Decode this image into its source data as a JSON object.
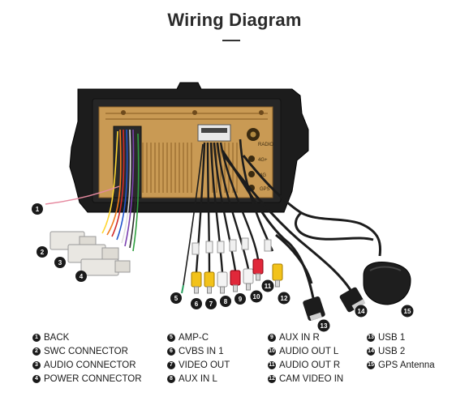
{
  "header": {
    "title": "Wiring Diagram"
  },
  "unit_labels": {
    "radio": "RADIO",
    "gps_plus": "4G+",
    "port_4g": "4G",
    "gps": "GPS"
  },
  "callouts": [
    "1",
    "2",
    "3",
    "4",
    "5",
    "6",
    "7",
    "8",
    "9",
    "10",
    "11",
    "12",
    "13",
    "14",
    "15"
  ],
  "legend": {
    "col1": [
      {
        "num": "1",
        "label": "BACK"
      },
      {
        "num": "2",
        "label": "SWC CONNECTOR"
      },
      {
        "num": "3",
        "label": "AUDIO CONNECTOR"
      },
      {
        "num": "4",
        "label": "POWER CONNECTOR"
      }
    ],
    "col2": [
      {
        "num": "5",
        "label": "AMP-C"
      },
      {
        "num": "6",
        "label": "CVBS IN 1"
      },
      {
        "num": "7",
        "label": "VIDEO OUT"
      },
      {
        "num": "8",
        "label": "AUX IN L"
      }
    ],
    "col3": [
      {
        "num": "9",
        "label": "AUX IN R"
      },
      {
        "num": "10",
        "label": "AUDIO OUT L"
      },
      {
        "num": "11",
        "label": "AUDIO OUT R"
      },
      {
        "num": "12",
        "label": "CAM VIDEO IN"
      }
    ],
    "col4": [
      {
        "num": "13",
        "label": "USB 1"
      },
      {
        "num": "14",
        "label": "USB 2"
      },
      {
        "num": "15",
        "label": "GPS Antenna"
      }
    ]
  },
  "colors": {
    "frame": "#1c1c1c",
    "panel": "#c99a54",
    "panel_dark": "#a87a3c",
    "callout_bg": "#1a1a1a",
    "rca_yellow": "#f2c21a",
    "rca_red": "#e0283a",
    "rca_white": "#f4f4f4",
    "connector_white": "#e9e7e2"
  }
}
